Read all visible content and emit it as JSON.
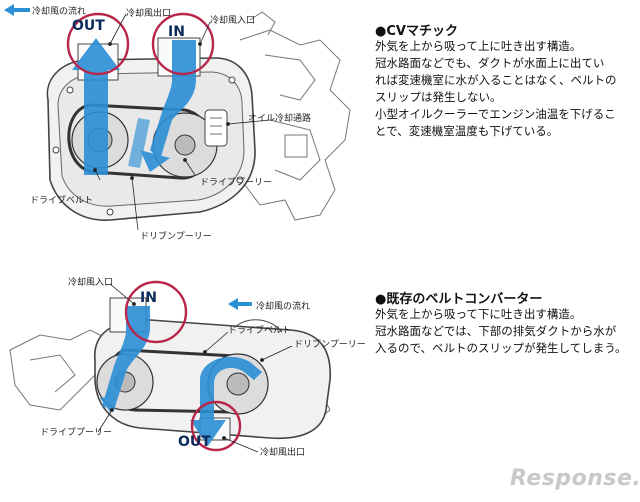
{
  "top_diagram": {
    "flow_legend": "冷却風の流れ",
    "out_label": "OUT",
    "in_label": "IN",
    "outlet_label": "冷却風出口",
    "inlet_label": "冷却風入口",
    "oil_passage_label": "オイル冷却通路",
    "drive_pulley_label": "ドライブプーリー",
    "drive_belt_label": "ドライブベルト",
    "driven_pulley_label": "ドリブンプーリー"
  },
  "top_text": {
    "heading": "●CVマチック",
    "lines": [
      "外気を上から吸って上に吐き出す構造。",
      "冠水路面などでも、ダクトが水面上に出てい",
      "れば変速機室に水が入ることはなく、ベルトの",
      "スリップは発生しない。",
      "小型オイルクーラーでエンジン油温を下げるこ",
      "とで、変速機室温度も下げている。"
    ]
  },
  "bottom_diagram": {
    "flow_legend": "冷却風の流れ",
    "in_label": "IN",
    "out_label": "OUT",
    "inlet_label": "冷却風入口",
    "outlet_label": "冷却風出口",
    "drive_belt_label": "ドライブベルト",
    "driven_pulley_label": "ドリブンプーリー",
    "drive_pulley_label": "ドライブプーリー"
  },
  "bottom_text": {
    "heading": "●既存のベルトコンバーター",
    "lines": [
      "外気を上から吸って下に吐き出す構造。",
      "冠水路面などでは、下部の排気ダクトから水が",
      "入るので、ベルトのスリップが発生してしまう。"
    ]
  },
  "watermark": "Response.",
  "colors": {
    "flow_blue": "#2b8fd6",
    "circle_red": "#b8264a",
    "outline": "#555555"
  }
}
